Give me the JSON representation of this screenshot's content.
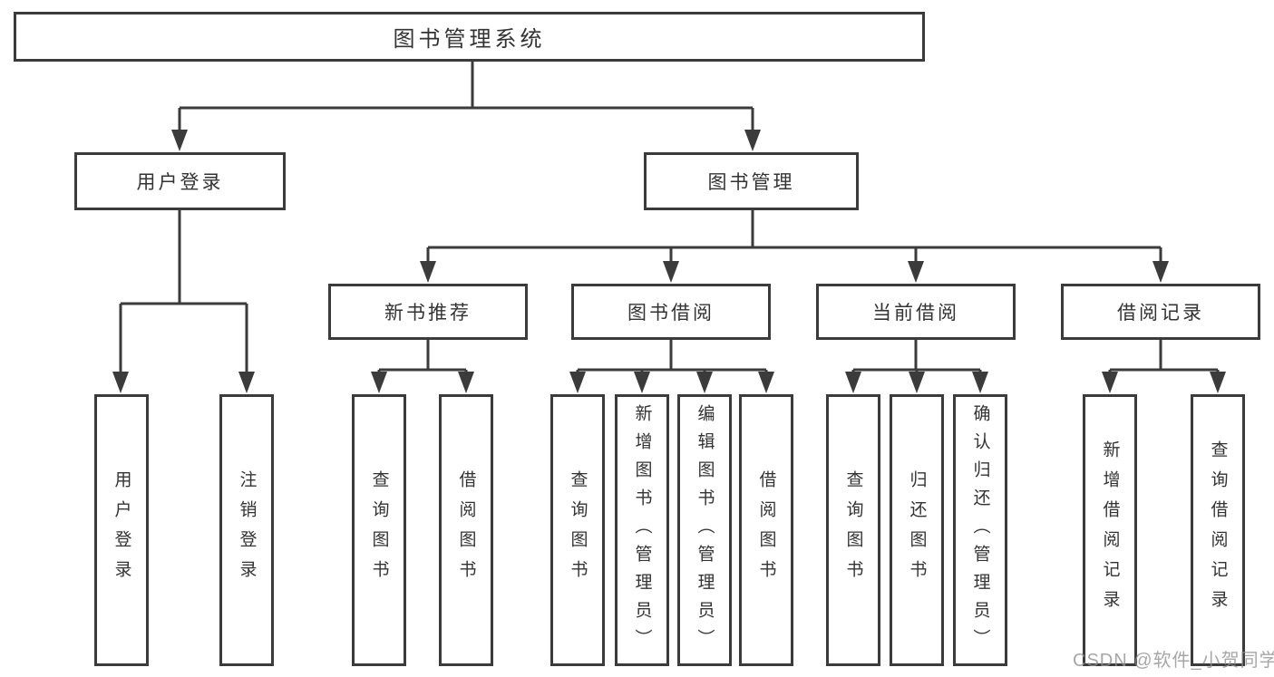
{
  "diagram_title": "图书管理系统",
  "watermark": "CSDN @软件_小贺同学",
  "colors": {
    "line": "#3b3b3b",
    "box_border": "#3b3b3b",
    "box_fill": "#ffffff",
    "text": "#333333",
    "watermark": "#919191"
  },
  "tree": {
    "root": "图书管理系统",
    "branches": [
      {
        "label": "用户登录",
        "children": [
          "用户登录",
          "注销登录"
        ]
      },
      {
        "label": "图书管理",
        "groups": [
          {
            "label": "新书推荐",
            "children": [
              "查询图书",
              "借阅图书"
            ]
          },
          {
            "label": "图书借阅",
            "children": [
              "查询图书",
              "新增图书（管理员）",
              "编辑图书（管理员）",
              "借阅图书"
            ]
          },
          {
            "label": "当前借阅",
            "children": [
              "查询图书",
              "归还图书",
              "确认归还（管理员）"
            ]
          },
          {
            "label": "借阅记录",
            "children": [
              "新增借阅记录",
              "查询借阅记录"
            ]
          }
        ]
      }
    ]
  }
}
